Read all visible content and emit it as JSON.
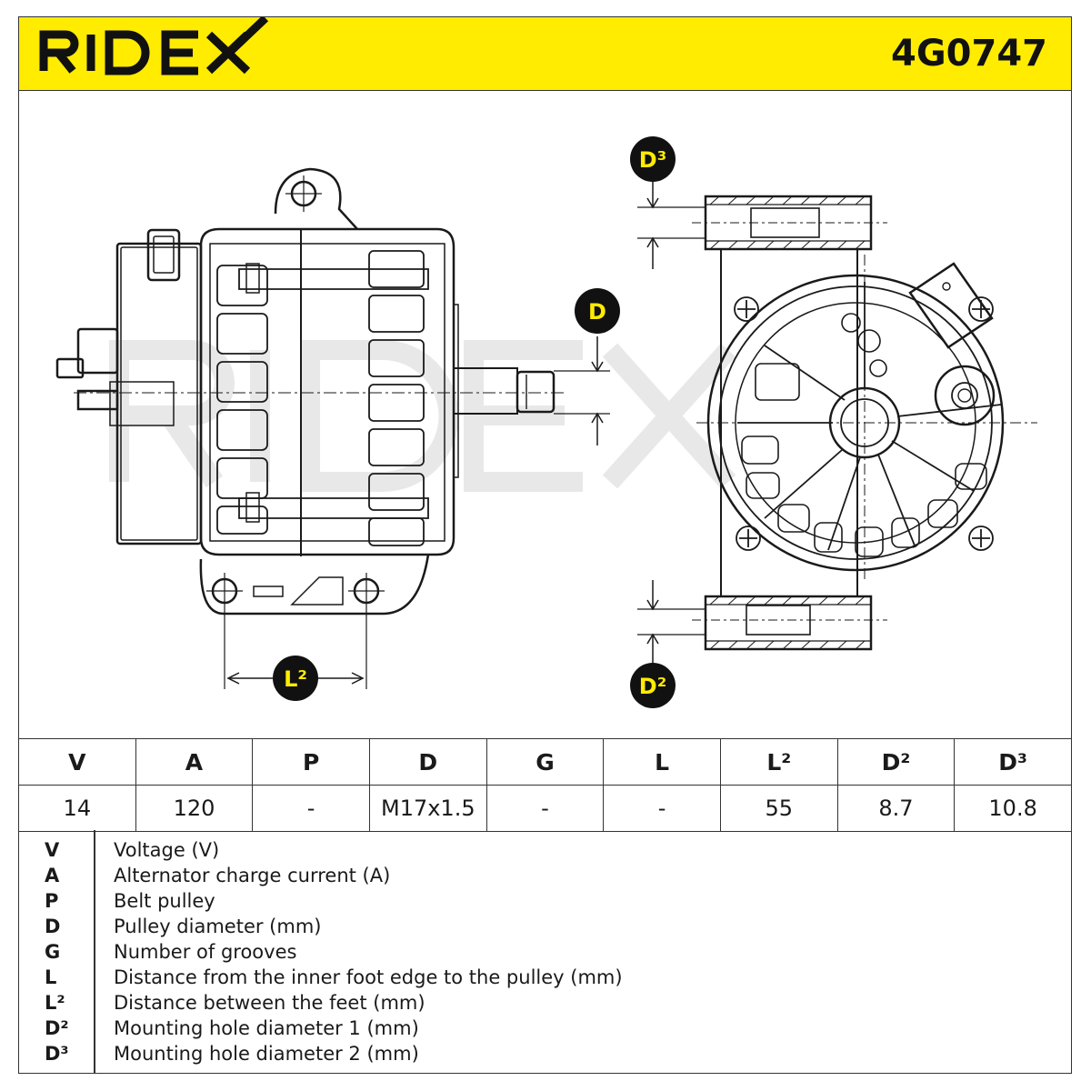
{
  "header": {
    "brand": "RIDEX",
    "part_number": "4G0747",
    "background_color": "#ffec00"
  },
  "drawing": {
    "watermark": "RIDEX",
    "markers": {
      "d": "D",
      "d2": "D²",
      "d3": "D³",
      "l2": "L²"
    }
  },
  "spec_table": {
    "headers": [
      "V",
      "A",
      "P",
      "D",
      "G",
      "L",
      "L²",
      "D²",
      "D³"
    ],
    "values": [
      "14",
      "120",
      "-",
      "M17x1.5",
      "-",
      "-",
      "55",
      "8.7",
      "10.8"
    ]
  },
  "legend": [
    {
      "key": "V",
      "text": "Voltage (V)"
    },
    {
      "key": "A",
      "text": "Alternator charge current (A)"
    },
    {
      "key": "P",
      "text": "Belt pulley"
    },
    {
      "key": "D",
      "text": "Pulley diameter (mm)"
    },
    {
      "key": "G",
      "text": "Number of grooves"
    },
    {
      "key": "L",
      "text": "Distance from the inner foot edge to the pulley (mm)"
    },
    {
      "key": "L²",
      "text": "Distance between the feet (mm)"
    },
    {
      "key": "D²",
      "text": "Mounting hole diameter 1 (mm)"
    },
    {
      "key": "D³",
      "text": "Mounting hole diameter 2 (mm)"
    }
  ]
}
